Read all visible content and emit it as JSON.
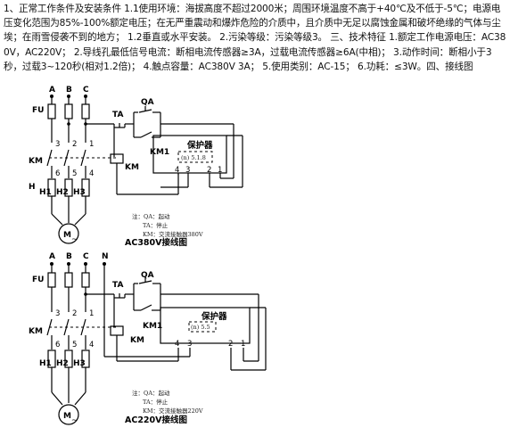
{
  "intro_text": "1、正常工作条件及安装条件 1.1使用环境：海拔高度不超过2000米；周围环境温度不高于+40℃及不低于-5℃；电源电压变化范围为85%-100%额定电压；在无严重震动和爆炸危险的介质中，且介质中无足以腐蚀金属和破坏绝缘的气体与尘埃；在雨雪侵袭不到的地方； 1.2垂直或水平安装。 2.污染等级：污染等级3。 三、技术特征 1.额定工作电源电压：AC380V，AC220V； 2.导线孔最低信号电流：断相电流传感器≥3A，过载电流传感器≥6A(中相)； 3.动作时间：断相小于3秒，过载3~120秒(相对1.2倍)； 4.触点容量：AC380V 3A； 5.使用类别：AC-15； 6.功耗：≤3W。四、接线图",
  "diagrams": [
    {
      "phases": [
        "A",
        "B",
        "C"
      ],
      "fuse_label": "FU",
      "ta_label": "TA",
      "qa_label": "QA",
      "km1_label": "KM1",
      "km_label": "KM",
      "heater_labels": [
        "H1",
        "H2",
        "H3"
      ],
      "protector_label": "保护器",
      "module_label": "(n) 5.1.8",
      "terminals_bottom": [
        "4",
        "3",
        "2",
        "1"
      ],
      "terminal_nums": [
        "3",
        "2",
        "1"
      ],
      "terminal_nums_low": [
        "6",
        "5",
        "4"
      ],
      "notes": [
        "注：QA：起动",
        "TA：停止",
        "KM：交流接触器380V"
      ],
      "caption": "AC380V接线图"
    },
    {
      "phases": [
        "A",
        "B",
        "C",
        "N"
      ],
      "fuse_label": "FU",
      "ta_label": "TA",
      "qa_label": "QA",
      "km1_label": "KM1",
      "km_label": "KM",
      "heater_labels": [
        "H1",
        "H2",
        "H3"
      ],
      "protector_label": "保护器",
      "module_label": "(n) 5.5",
      "terminals_bottom": [
        "4",
        "3",
        "2",
        "1"
      ],
      "terminal_nums": [
        "3",
        "2",
        "1"
      ],
      "terminal_nums_low": [
        "6",
        "5",
        "4"
      ],
      "notes": [
        "注：QA：起动",
        "TA：停止",
        "KM：交流接触器220V"
      ],
      "caption": "AC220V接线图"
    }
  ]
}
